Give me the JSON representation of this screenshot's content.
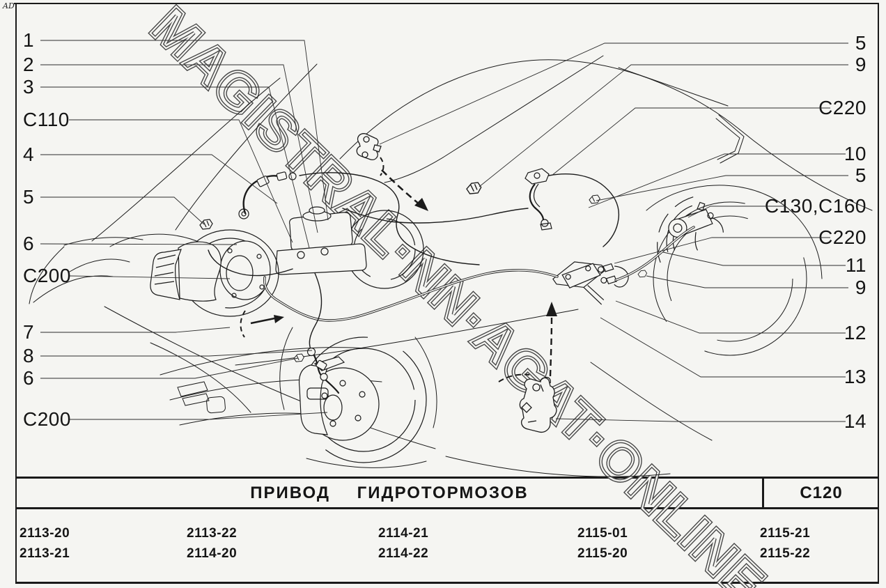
{
  "page": {
    "corner_mark": "AD",
    "paper_color": "#f5f5f2",
    "ink_color": "#1a1a1a"
  },
  "watermark": {
    "text": "MAGISTRAL·NN·AGAT·ONLINE"
  },
  "callouts": {
    "left": [
      {
        "label": "1"
      },
      {
        "label": "2"
      },
      {
        "label": "3"
      },
      {
        "label": "C110"
      },
      {
        "label": "4"
      },
      {
        "label": "5"
      },
      {
        "label": "6"
      },
      {
        "label": "C200"
      },
      {
        "label": "7"
      },
      {
        "label": "8"
      },
      {
        "label": "6"
      },
      {
        "label": "C200"
      }
    ],
    "right": [
      {
        "label": "5"
      },
      {
        "label": "9"
      },
      {
        "label": "C220"
      },
      {
        "label": "10"
      },
      {
        "label": "5"
      },
      {
        "label": "C130,C160"
      },
      {
        "label": "C220"
      },
      {
        "label": "11"
      },
      {
        "label": "9"
      },
      {
        "label": "12"
      },
      {
        "label": "13"
      },
      {
        "label": "14"
      }
    ]
  },
  "title_block": {
    "title": "ПРИВОД ГИДРОТОРМОЗОВ",
    "code": "C120",
    "models": [
      [
        "2113-20",
        "2113-21"
      ],
      [
        "2113-22",
        "2114-20"
      ],
      [
        "2114-21",
        "2114-22"
      ],
      [
        "2115-01",
        "2115-20"
      ],
      [
        "2115-21",
        "2115-22"
      ]
    ]
  }
}
